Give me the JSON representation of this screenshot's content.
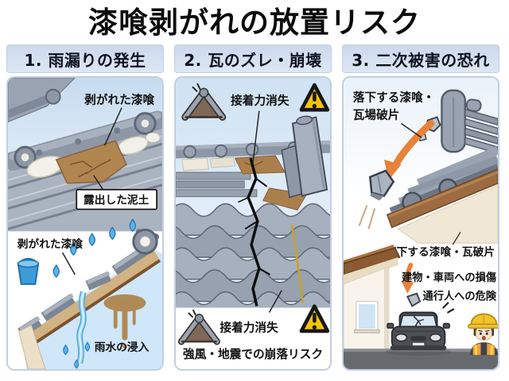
{
  "title": "漆喰剥がれの放置リスク",
  "colors": {
    "header_bg": "#d8e2f1",
    "panel_border": "#c2cfe2",
    "sky_blue": "#c7dcf0",
    "tile_gray": "#8d97a6",
    "plaster_white": "#f2f1e8",
    "mud_brown": "#b1854f",
    "water_blue": "#4aa3e0",
    "warning_yellow": "#f5c400",
    "arrow_orange": "#e8813a",
    "road_gray": "#66696e"
  },
  "icons": {
    "warning": "warning-triangle",
    "shaking_roof": "shaking-roof",
    "water_drop": "raindrop",
    "falling_arrow": "curved-orange-arrow"
  },
  "panels": [
    {
      "header": "1. 雨漏りの発生",
      "labels": {
        "peeled_plaster_top": "剥がれた漆喰",
        "exposed_mud": "露出した泥土",
        "peeled_plaster_bottom": "剥がれた漆喰",
        "rain_intrusion": "雨水の浸入"
      }
    },
    {
      "header": "2. 瓦のズレ・崩壊",
      "labels": {
        "adhesion_loss_top": "接着力消失",
        "adhesion_loss_bottom": "接着力消失",
        "collapse_risk": "強風・地震での崩落リスク"
      }
    },
    {
      "header": "3. 二次被害の恐れ",
      "labels": {
        "falling_debris_line1": "落下する漆喰・",
        "falling_debris_line2": "瓦場破片",
        "falling_debris_mid": "落下する漆喰・瓦破片",
        "building_damage": "建物・車両への損傷",
        "pedestrian_danger": "通行人への危険"
      }
    }
  ]
}
